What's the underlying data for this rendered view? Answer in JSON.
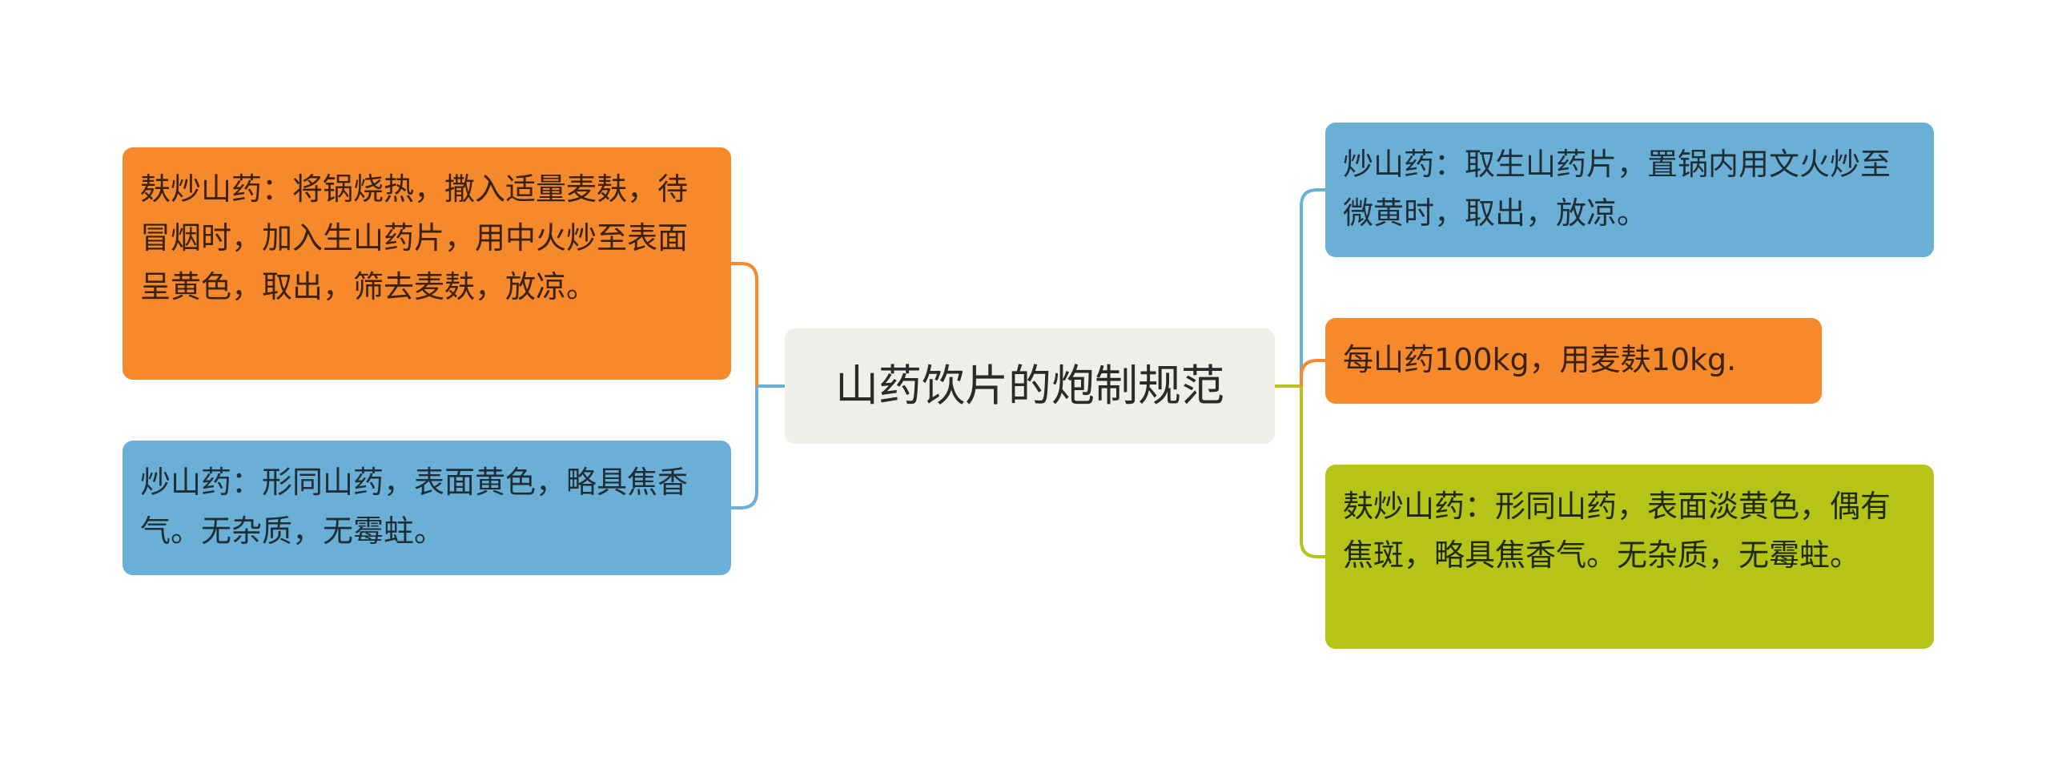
{
  "central": {
    "title": "山药饮片的炮制规范"
  },
  "left_nodes": [
    {
      "text": "麸炒山药：将锅烧热，撒入适量麦麸，待冒烟时，加入生山药片，用中火炒至表面呈黄色，取出，筛去麦麸，放凉。",
      "color": "#f6892b"
    },
    {
      "text": "炒山药：形同山药，表面黄色，略具焦香气。无杂质，无霉蛀。",
      "color": "#6ab0d6"
    }
  ],
  "right_nodes": [
    {
      "text": "炒山药：取生山药片，置锅内用文火炒至微黄时，取出，放凉。",
      "color": "#6ab0d6"
    },
    {
      "text": "每山药100kg，用麦麸10kg.",
      "color": "#f6892b"
    },
    {
      "text": "麸炒山药：形同山药，表面淡黄色，偶有焦斑，略具焦香气。无杂质，无霉蛀。",
      "color": "#b5c417"
    }
  ],
  "colors": {
    "center_bg": "#efefe9",
    "orange": "#f6892b",
    "blue": "#6ab0d6",
    "lime": "#b5c417"
  }
}
